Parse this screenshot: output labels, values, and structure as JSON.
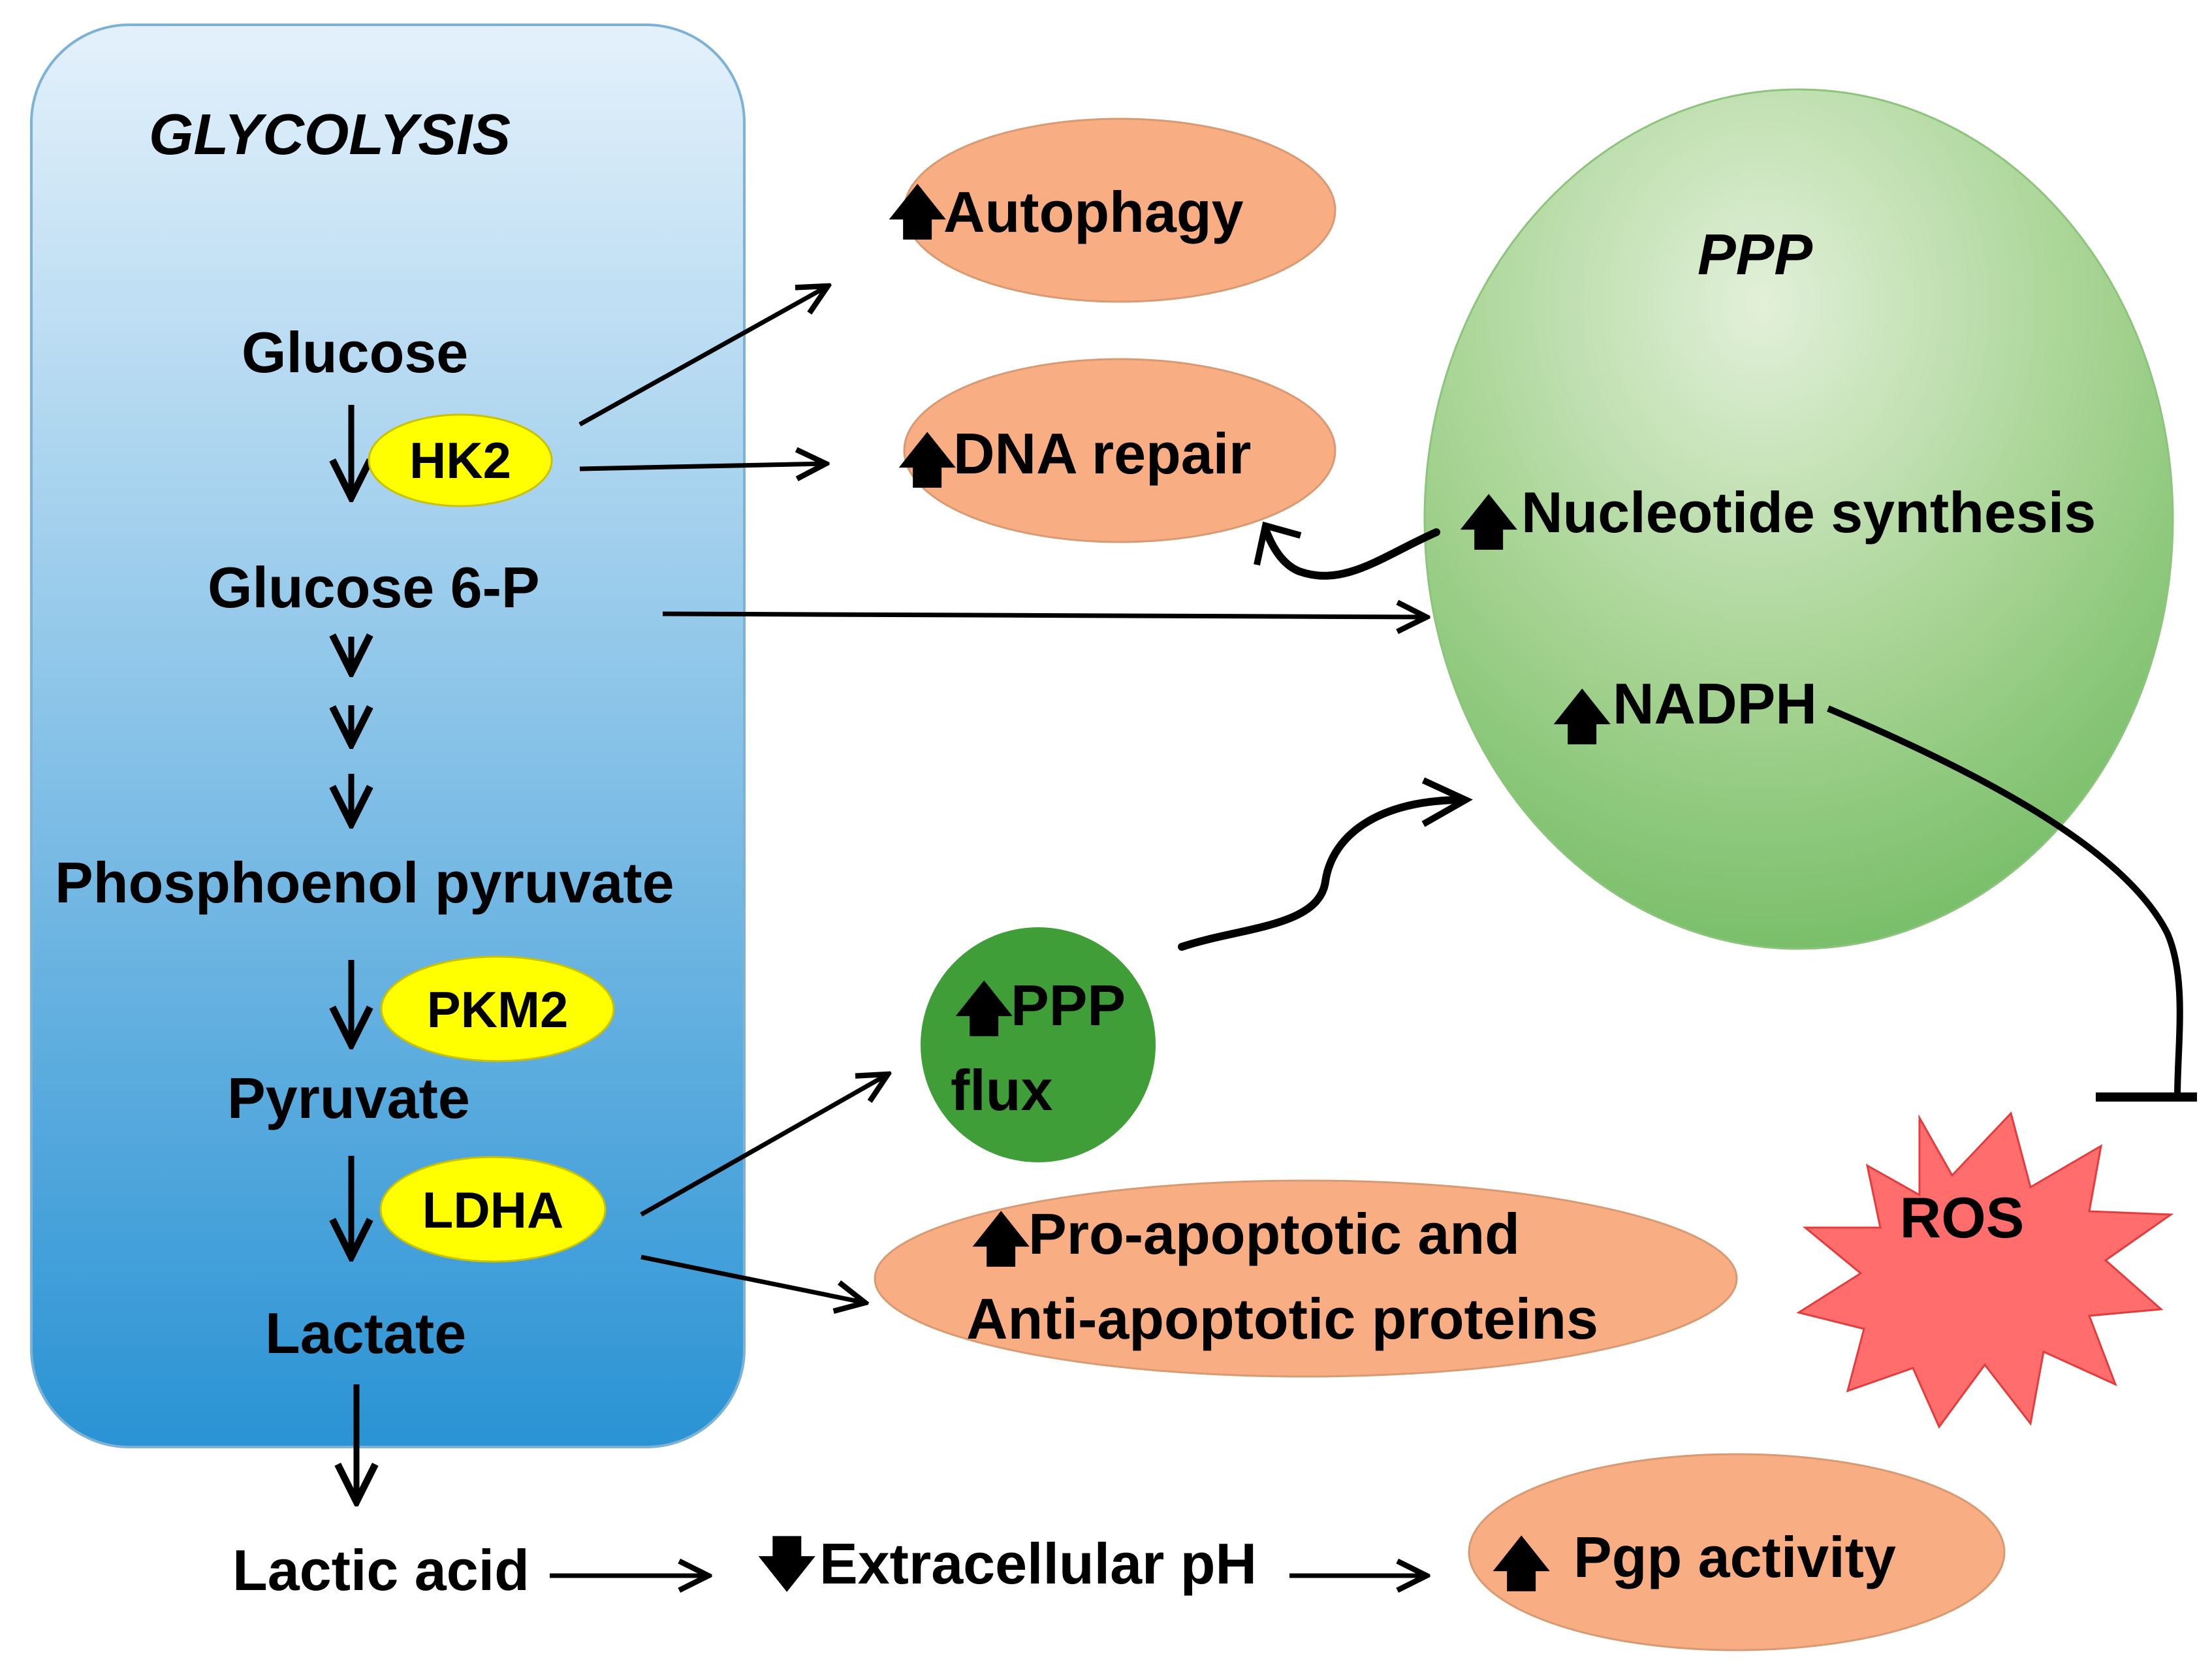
{
  "glycolysis": {
    "title": "GLYCOLYSIS",
    "steps": {
      "glucose": "Glucose",
      "glucose6p": "Glucose 6-P",
      "pep": "Phosphoenol pyruvate",
      "pyruvate": "Pyruvate",
      "lactate": "Lactate"
    },
    "enzymes": {
      "hk2": "HK2",
      "pkm2": "PKM2",
      "ldha": "LDHA"
    }
  },
  "outcomes": {
    "autophagy": "Autophagy",
    "dna_repair": "DNA repair",
    "apoptotic_line1": "Pro-apoptotic and",
    "apoptotic_line2": "Anti-apoptotic proteins",
    "ppp_flux_line1": "PPP",
    "ppp_flux_line2": "flux",
    "pgp": "Pgp activity"
  },
  "ppp": {
    "title": "PPP",
    "nucleotide": "Nucleotide synthesis",
    "nadph": "NADPH"
  },
  "ros": "ROS",
  "bottom": {
    "lactic_acid": "Lactic acid",
    "ph": "Extracellular pH"
  },
  "colors": {
    "glycolysis_top": "#e4f1fb",
    "glycolysis_bottom": "#2a93d4",
    "enzyme": "#ffff00",
    "outcome": "#f9ad82",
    "ppp_light": "#d2e9c8",
    "ppp_dark": "#6bb85e",
    "ppp_flux": "#3f9e37",
    "ros": "#ff6d6d"
  }
}
